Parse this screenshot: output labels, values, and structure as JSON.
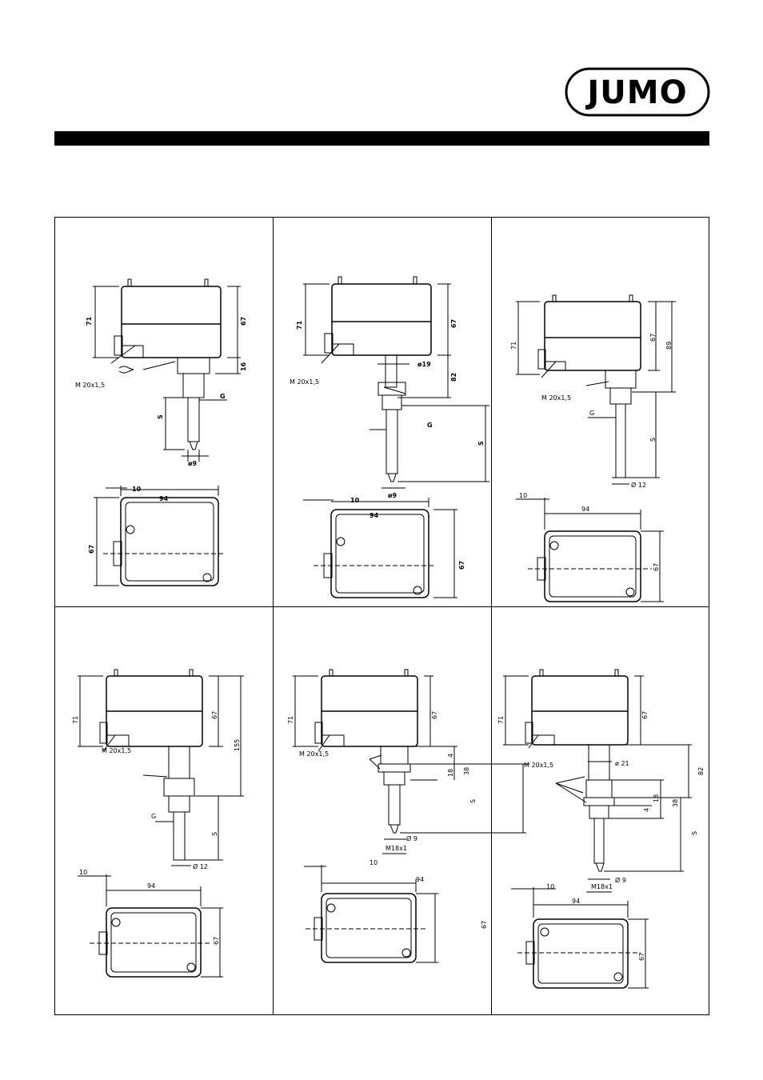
{
  "brand": {
    "logo_text": "JUMO"
  },
  "labels": {
    "cable_gland": "M 20x1,5",
    "width": "94",
    "depth": "67",
    "total_height": "71",
    "housing_height": "67",
    "offset": "10",
    "thread": "G",
    "insertion_length": "S",
    "dia_9_bold": "ø9",
    "dia_19": "ø19",
    "dia_9": "Ø 9",
    "dia_12": "Ø 12",
    "dia_21": "ø 21",
    "m18": "M18x1",
    "d16": "16",
    "d82": "82",
    "d89": "89",
    "d155": "155",
    "d38": "38",
    "d18": "18",
    "d4": "4"
  }
}
